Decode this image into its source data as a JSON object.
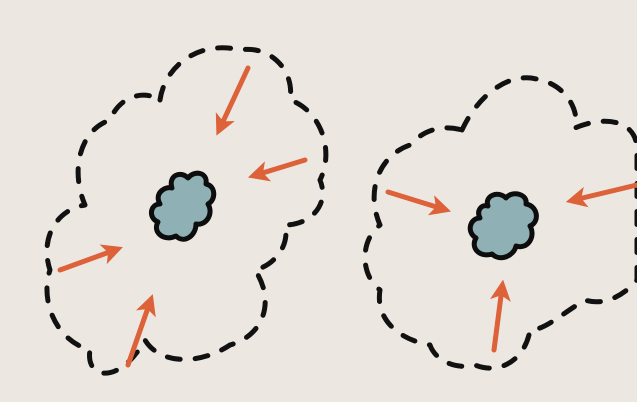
{
  "colors": {
    "background": "#ece8e1",
    "outline": "#111111",
    "arrow": "#dd6139",
    "core_fill": "#8fb0b4",
    "core_stroke": "#0d0d0d"
  },
  "diagram": {
    "left_cluster": {
      "boundary": "dashed-cloud",
      "core": "cloud-blob",
      "arrow_count": 4,
      "arrow_direction": "inward"
    },
    "right_cluster": {
      "boundary": "dashed-cloud",
      "core": "cloud-blob",
      "arrow_count": 3,
      "arrow_direction": "inward"
    }
  }
}
